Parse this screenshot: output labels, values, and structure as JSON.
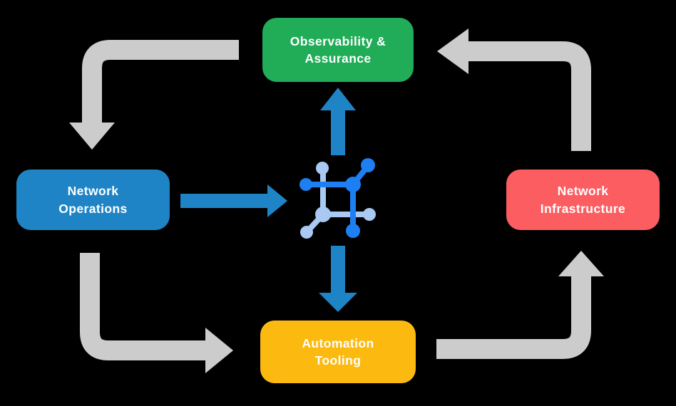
{
  "diagram": {
    "title": "Network automation feedback loop",
    "background": "#000000",
    "nodes": [
      {
        "id": "observability",
        "line1": "Observability &",
        "line2": "Assurance",
        "color": "#21AC57"
      },
      {
        "id": "operations",
        "line1": "Network",
        "line2": "Operations",
        "color": "#1F84C5"
      },
      {
        "id": "infrastructure",
        "line1": "Network",
        "line2": "Infrastructure",
        "color": "#FB5D60"
      },
      {
        "id": "automation",
        "line1": "Automation",
        "line2": "Tooling",
        "color": "#FCB90F"
      }
    ],
    "center_icon": {
      "name": "network-mesh-icon",
      "dark_color": "#1D7FF2",
      "light_color": "#A9C9F3"
    },
    "colors": {
      "arrow_gray": "#CCCCCC",
      "arrow_blue": "#1F84C5",
      "text": "#FFFFFF"
    },
    "arrows": [
      {
        "id": "observability-to-operations",
        "from": "observability",
        "to": "operations",
        "style": "gray"
      },
      {
        "id": "operations-to-automation",
        "from": "operations",
        "to": "automation",
        "style": "gray"
      },
      {
        "id": "automation-to-infrastructure",
        "from": "automation",
        "to": "infrastructure",
        "style": "gray"
      },
      {
        "id": "infrastructure-to-observability",
        "from": "infrastructure",
        "to": "observability",
        "style": "gray"
      },
      {
        "id": "operations-to-center",
        "from": "operations",
        "to": "center-icon",
        "style": "blue"
      },
      {
        "id": "center-to-observability",
        "from": "center-icon",
        "to": "observability",
        "style": "blue"
      },
      {
        "id": "center-to-automation",
        "from": "center-icon",
        "to": "automation",
        "style": "blue"
      }
    ]
  }
}
